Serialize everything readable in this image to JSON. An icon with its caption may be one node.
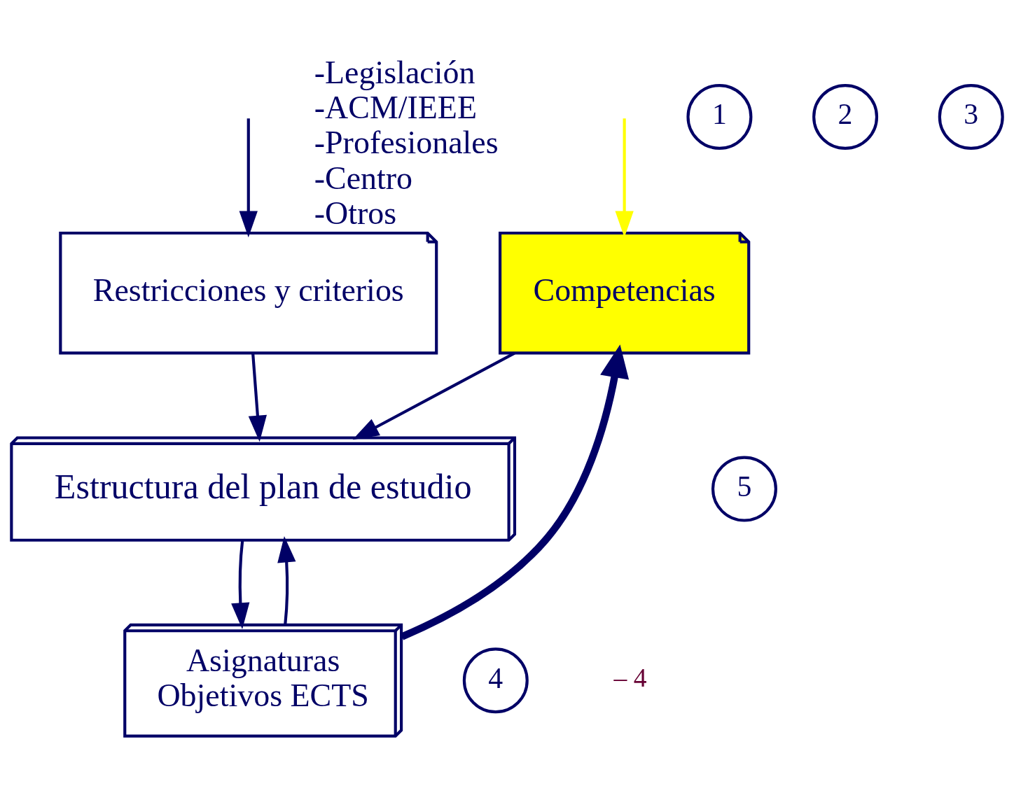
{
  "diagram": {
    "nodes": [
      {
        "text": [
          "Competencias"
        ],
        "beside": [
          "-Legislación",
          "-ACM/IEEE",
          "-Profesionales",
          "-Centro",
          "-Otros"
        ]
      },
      {
        "text": [
          "Restricciones y criterios"
        ]
      },
      {
        "text": [
          "Estructura del plan de estudio"
        ]
      },
      {
        "text": [
          "Asignaturas",
          "Objetivos ECTS"
        ]
      },
      {
        "text": [
          "1"
        ]
      },
      {
        "text": [
          "2"
        ]
      },
      {
        "text": [
          "3"
        ]
      },
      {
        "text": [
          "4"
        ]
      },
      {
        "text": [
          "5"
        ]
      }
    ],
    "edges": [
      {
        "from": null,
        "to": 0,
        "arrow": "to",
        "color": "#ffff00"
      },
      {
        "from": null,
        "to": 1,
        "arrow": "to"
      },
      {
        "from": 0,
        "to": 2,
        "arrow": "to"
      },
      {
        "from": 1,
        "to": 2,
        "arrow": "to"
      },
      {
        "from": 2,
        "to": 3,
        "arrow": "to"
      },
      {
        "from": 3,
        "to": 2,
        "arrow": "to"
      },
      {
        "from": 3,
        "to": 0,
        "arrow": "to",
        "style": "thick"
      }
    ],
    "labels": [
      "– 4"
    ]
  }
}
